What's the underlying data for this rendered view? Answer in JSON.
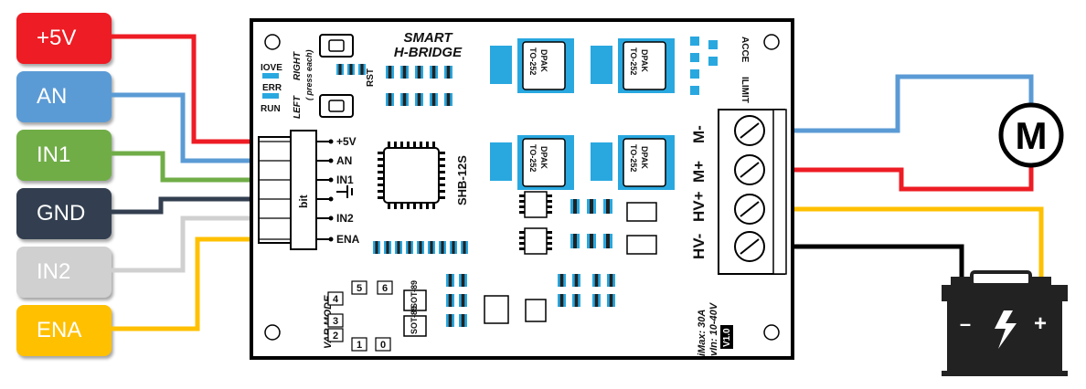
{
  "colors": {
    "red": "#ee1c24",
    "blue": "#5b9bd5",
    "green": "#70ad47",
    "dark": "#333f50",
    "gray": "#d0d0d0",
    "yellow": "#ffc000",
    "black": "#000000",
    "pad": "#29a8e0"
  },
  "signals": [
    {
      "label": "+5V",
      "pin": "+5V",
      "color": "#ee1c24",
      "text_color": "#ffffff"
    },
    {
      "label": "AN",
      "pin": "AN",
      "color": "#5b9bd5",
      "text_color": "#ffffff"
    },
    {
      "label": "IN1",
      "pin": "IN1",
      "color": "#70ad47",
      "text_color": "#ffffff"
    },
    {
      "label": "GND",
      "pin": "",
      "color": "#333f50",
      "text_color": "#ffffff"
    },
    {
      "label": "IN2",
      "pin": "IN2",
      "color": "#d0d0d0",
      "text_color": "#ffffff"
    },
    {
      "label": "ENA",
      "pin": "ENA",
      "color": "#ffc000",
      "text_color": "#ffffff"
    }
  ],
  "board": {
    "title_line1": "SMART",
    "title_line2": "H-BRIDGE",
    "chip_label": "SHB-12S",
    "connector_label": "bit",
    "rst_label": "RST",
    "right_label": "RIGHT",
    "press_label": "( press each)",
    "left_label": "LEFT",
    "iove_label": "IOVE",
    "err_label": "ERR",
    "run_label": "RUN",
    "acce_label": "ACCE",
    "ilimit_label": "ILIMIT",
    "var_mode_label": "VAR MODE",
    "mode_digits": [
      "1",
      "2",
      "3",
      "4",
      "5",
      "6",
      "0"
    ],
    "sot_label": "SOT-89",
    "dpak_label": "DPAK",
    "dpak_sub": "TO-252",
    "spec_line1": "iMax: 30A",
    "spec_line2": "vIn: 10-40V",
    "version": "V1.0",
    "terminals": [
      "M-",
      "M+",
      "HV+",
      "HV-"
    ]
  },
  "motor_label": "M",
  "battery": {
    "minus": "–",
    "plus": "+"
  }
}
